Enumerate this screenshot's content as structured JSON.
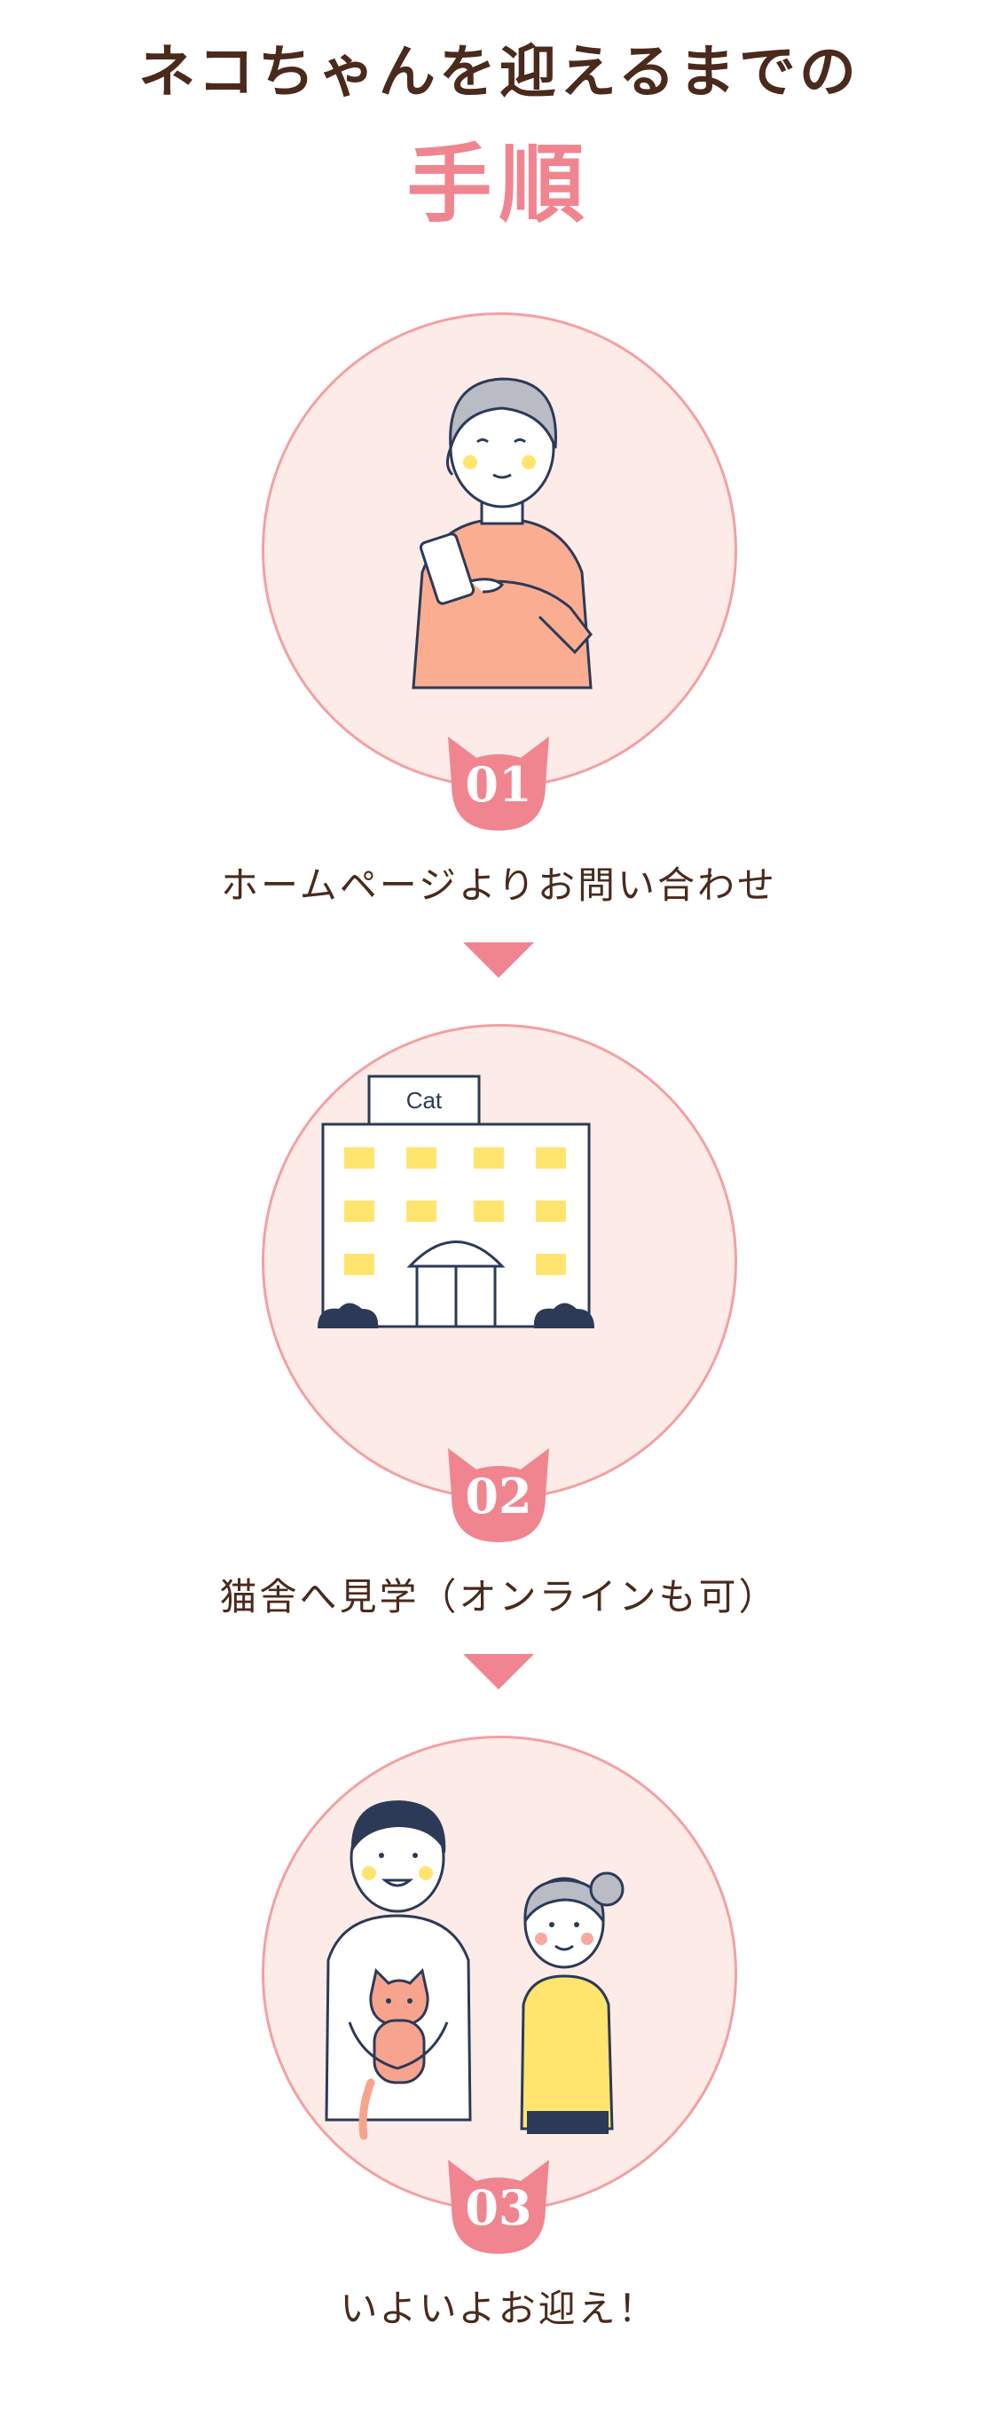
{
  "heading": {
    "main": "ネコちゃんを迎えるまでの",
    "accent": "手順"
  },
  "colors": {
    "accent": "#f08590",
    "circle_fill": "#fcebe7",
    "circle_border": "#f3a0a3",
    "text": "#4a2a1c"
  },
  "steps": [
    {
      "number": "01",
      "label": "ホームページよりお問い合わせ",
      "icon": "person-with-smartphone-icon"
    },
    {
      "number": "02",
      "label": "猫舎へ見学（オンラインも可）",
      "icon": "cat-building-icon",
      "sign": "Cat"
    },
    {
      "number": "03",
      "label": "いよいよお迎え！",
      "icon": "couple-with-cat-icon"
    }
  ]
}
